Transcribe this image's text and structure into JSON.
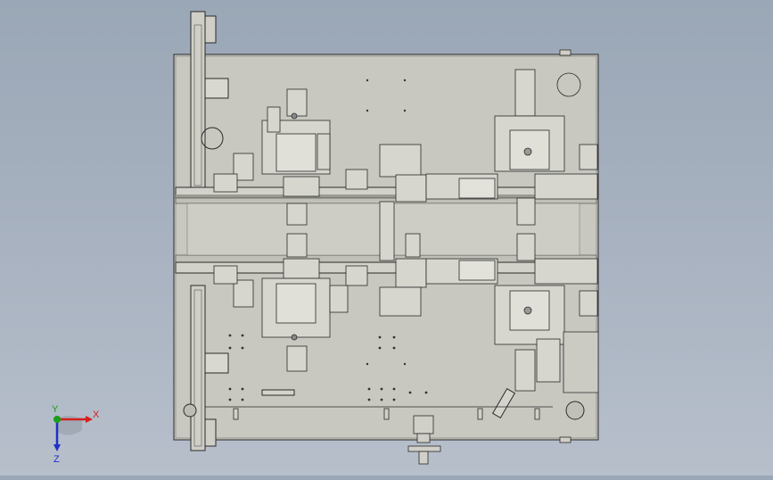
{
  "viewport": {
    "background_top": "#9aa7b6",
    "background_bottom": "#b7bfcb",
    "model_fill": "#c8c8c0",
    "model_line": "#2a2a2a"
  },
  "triad": {
    "x_label": "X",
    "y_label": "Y",
    "z_label": "Z",
    "x_color": "#d42020",
    "y_color": "#18a018",
    "z_color": "#2030c8"
  }
}
